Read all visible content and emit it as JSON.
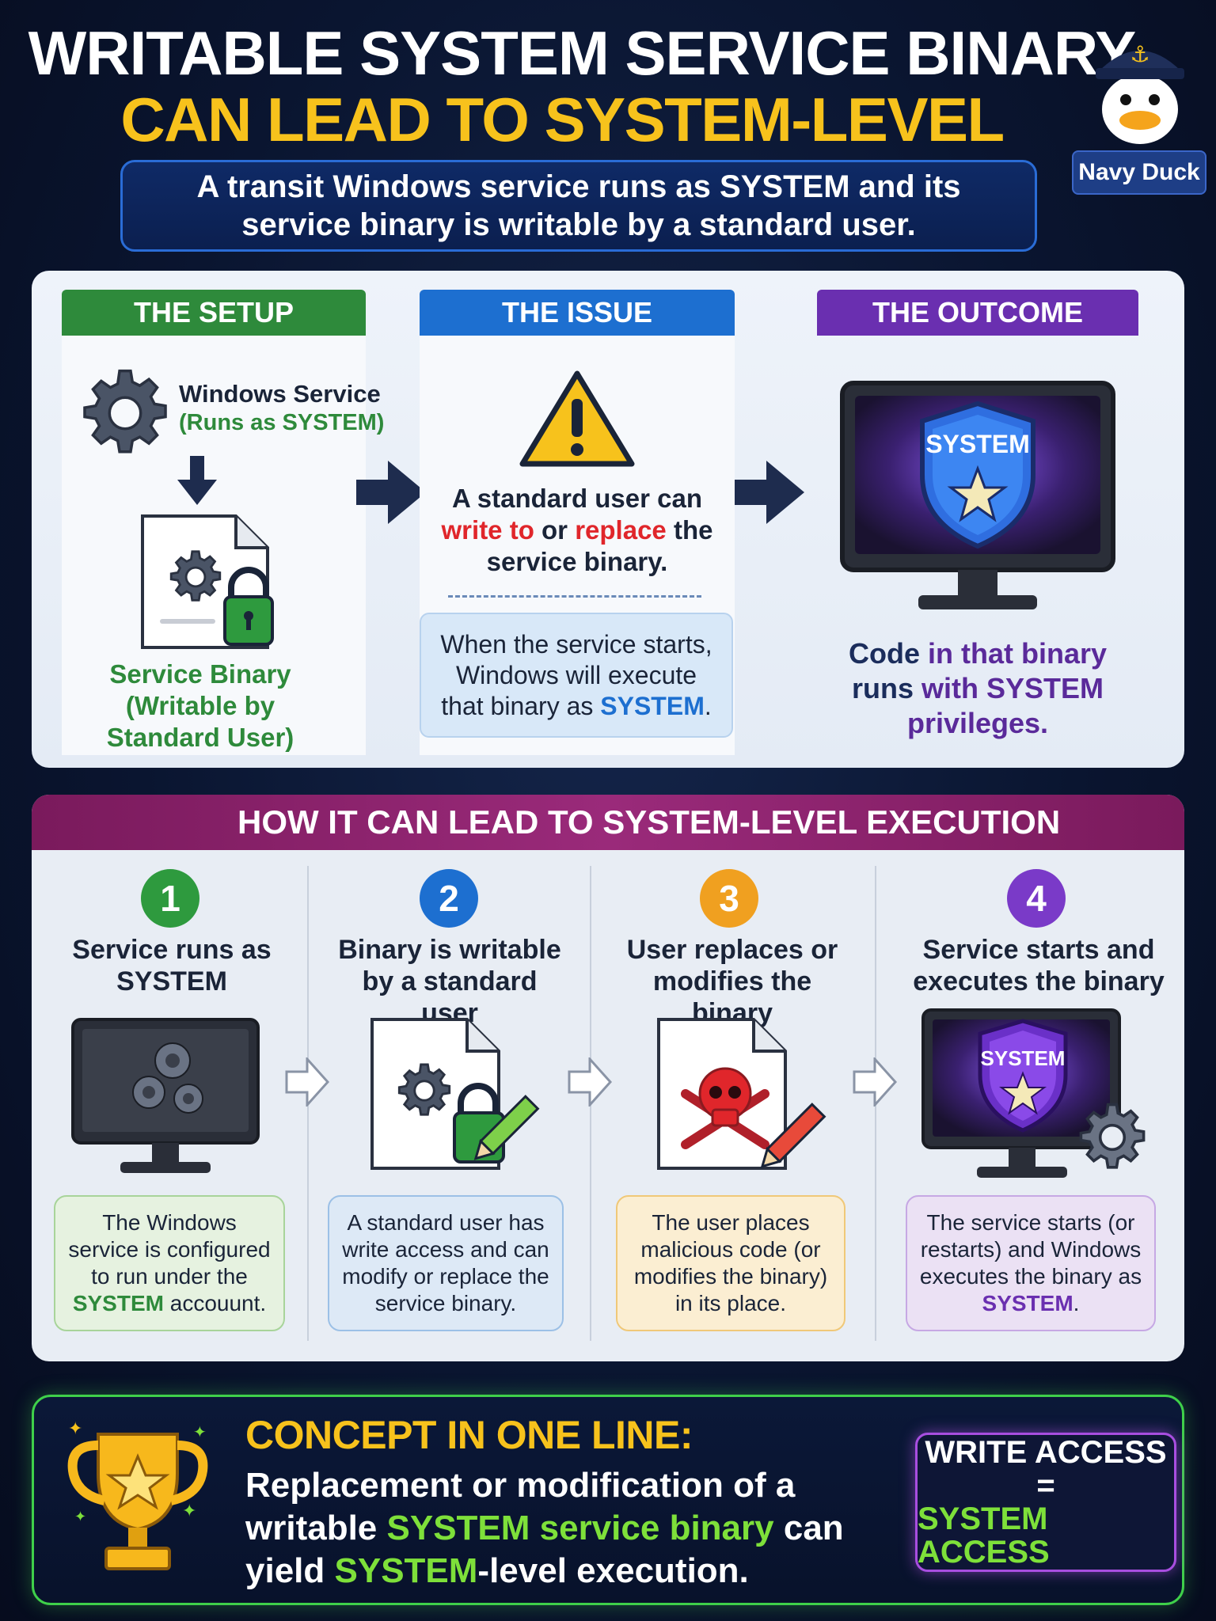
{
  "header": {
    "title_line1": "WRITABLE SYSTEM SERVICE BINARY",
    "title_line2": "CAN LEAD TO SYSTEM-LEVEL EXECUTION",
    "subtitle": "A transit Windows service runs as SYSTEM and its service binary is writable by a standard user.",
    "brand": "Navy Duck"
  },
  "columns": {
    "setup": {
      "heading": "THE SETUP",
      "service_label": "Windows Service",
      "service_sub": "(Runs as SYSTEM)",
      "binary_label": "Service Binary (Writable by Standard User)"
    },
    "issue": {
      "heading": "THE ISSUE",
      "text_a": "A standard user can ",
      "text_write": "write to",
      "text_or": " or ",
      "text_replace": "replace",
      "text_b": " the service binary.",
      "note_a": "When the service starts, Windows will execute that binary as ",
      "note_system": "SYSTEM",
      "note_end": "."
    },
    "outcome": {
      "heading": "THE OUTCOME",
      "shield_label": "SYSTEM",
      "text_code": "Code",
      "text_in": " in that binary ",
      "text_runs": "runs",
      "text_with": " with ",
      "text_system": "SYSTEM",
      "text_priv": "privileges."
    }
  },
  "how": {
    "heading": "HOW IT CAN LEAD TO SYSTEM-LEVEL EXECUTION",
    "steps": [
      {
        "num": "1",
        "title": "Service runs as SYSTEM",
        "desc_a": "The Windows service is configured to run under the ",
        "desc_hl": "SYSTEM",
        "desc_b": " accouunt."
      },
      {
        "num": "2",
        "title": "Binary is writable by a standard user",
        "desc_a": "A standard user has write access and can modify or replace the service binary.",
        "desc_hl": "",
        "desc_b": ""
      },
      {
        "num": "3",
        "title": "User replaces or modifies the binary",
        "desc_a": "The user places malicious code (or modifies the binary) in its place.",
        "desc_hl": "",
        "desc_b": ""
      },
      {
        "num": "4",
        "title": "Service starts and executes the binary",
        "desc_a": "The service starts (or restarts) and Windows executes the binary as ",
        "desc_hl": "SYSTEM",
        "desc_b": "."
      }
    ],
    "step4_shield": "SYSTEM"
  },
  "concept": {
    "heading": "CONCEPT IN ONE LINE:",
    "line_a": "Replacement or modification of a writable ",
    "line_hl1": "SYSTEM service binary",
    "line_b": " can yield ",
    "line_hl2": "SYSTEM",
    "line_c": "-level execution.",
    "eq_top": "WRITE ACCESS",
    "eq_mid": "=",
    "eq_bottom": "SYSTEM ACCESS"
  },
  "colors": {
    "green": "#2e8a3b",
    "blue": "#1d6fd0",
    "purple": "#6a2fb0",
    "gold": "#f7c21c",
    "lime": "#7ee03a",
    "red": "#e0262b"
  }
}
